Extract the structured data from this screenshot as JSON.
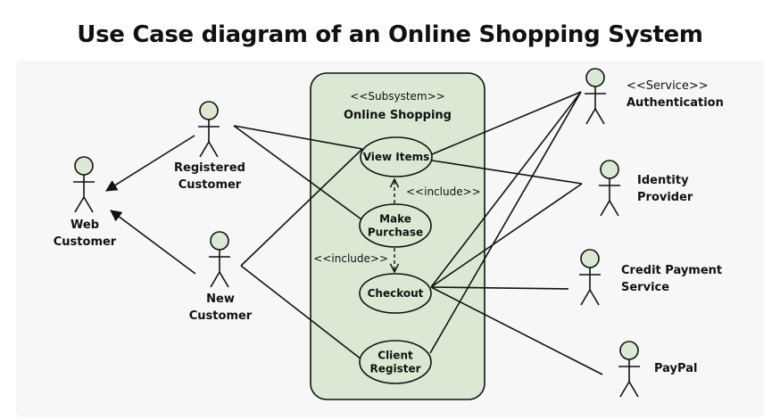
{
  "title": "Use Case diagram of an Online Shopping System",
  "colors": {
    "system_fill": "#dbe9d4",
    "system_stroke": "#111111",
    "usecase_fill": "#dbe9d4",
    "actor_fill": "#dbe9d4",
    "line": "#111111"
  },
  "subsystem": {
    "stereotype": "<<Subsystem>>",
    "name": "Online Shopping"
  },
  "use_cases": [
    {
      "id": "view",
      "lines": [
        "View Items"
      ]
    },
    {
      "id": "purchase",
      "lines": [
        "Make",
        "Purchase"
      ]
    },
    {
      "id": "checkout",
      "lines": [
        "Checkout"
      ]
    },
    {
      "id": "register",
      "lines": [
        "Client",
        "Register"
      ]
    }
  ],
  "actors": [
    {
      "id": "web",
      "lines": [
        "Web",
        "Customer"
      ]
    },
    {
      "id": "registered",
      "lines": [
        "Registered",
        "Customer"
      ]
    },
    {
      "id": "new",
      "lines": [
        "New",
        "Customer"
      ]
    },
    {
      "id": "auth",
      "lines": [
        "<<Service>>",
        "Authentication"
      ]
    },
    {
      "id": "idp",
      "lines": [
        "Identity",
        "Provider"
      ]
    },
    {
      "id": "credit",
      "lines": [
        "Credit Payment",
        "Service"
      ]
    },
    {
      "id": "paypal",
      "lines": [
        "PayPal"
      ]
    }
  ],
  "relations": {
    "generalizations": [
      {
        "from": "registered",
        "to": "web"
      },
      {
        "from": "new",
        "to": "web"
      }
    ],
    "includes": [
      {
        "from": "purchase",
        "to": "view",
        "label": "<<include>>"
      },
      {
        "from": "purchase",
        "to": "checkout",
        "label": "<<include>>"
      }
    ],
    "associations": [
      {
        "from": "registered",
        "to": "view"
      },
      {
        "from": "registered",
        "to": "purchase"
      },
      {
        "from": "new",
        "to": "view"
      },
      {
        "from": "new",
        "to": "register"
      },
      {
        "from": "view",
        "to": "auth"
      },
      {
        "from": "view",
        "to": "idp"
      },
      {
        "from": "checkout",
        "to": "auth"
      },
      {
        "from": "checkout",
        "to": "idp"
      },
      {
        "from": "checkout",
        "to": "credit"
      },
      {
        "from": "checkout",
        "to": "paypal"
      },
      {
        "from": "register",
        "to": "auth"
      }
    ]
  }
}
